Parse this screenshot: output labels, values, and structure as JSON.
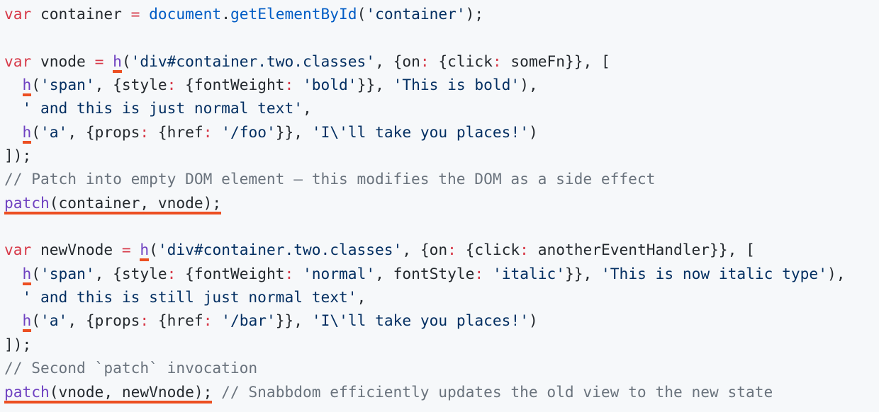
{
  "colors": {
    "keyword": "#d73a49",
    "function": "#6f42c1",
    "string": "#032f62",
    "comment": "#6a737d",
    "builtin": "#005cc5",
    "plain": "#24292e",
    "underline": "#ec4f22",
    "background": "#f6f8fa"
  },
  "code_lines": [
    [
      [
        "k",
        "var"
      ],
      [
        "p",
        " container "
      ],
      [
        "k",
        "="
      ],
      [
        "p",
        " "
      ],
      [
        "b",
        "document"
      ],
      [
        "p",
        "."
      ],
      [
        "b",
        "getElementById"
      ],
      [
        "p",
        "("
      ],
      [
        "s",
        "'container'"
      ],
      [
        "p",
        ");"
      ]
    ],
    [],
    [
      [
        "k",
        "var"
      ],
      [
        "p",
        " vnode "
      ],
      [
        "k",
        "="
      ],
      [
        "p",
        " "
      ],
      [
        "f",
        "h",
        1
      ],
      [
        "p",
        "("
      ],
      [
        "s",
        "'div#container.two.classes'"
      ],
      [
        "p",
        ", {on"
      ],
      [
        "k",
        ":"
      ],
      [
        "p",
        " {click"
      ],
      [
        "k",
        ":"
      ],
      [
        "p",
        " someFn}}, ["
      ]
    ],
    [
      [
        "p",
        "  "
      ],
      [
        "f",
        "h",
        1
      ],
      [
        "p",
        "("
      ],
      [
        "s",
        "'span'"
      ],
      [
        "p",
        ", {style"
      ],
      [
        "k",
        ":"
      ],
      [
        "p",
        " {fontWeight"
      ],
      [
        "k",
        ":"
      ],
      [
        "p",
        " "
      ],
      [
        "s",
        "'bold'"
      ],
      [
        "p",
        "}}, "
      ],
      [
        "s",
        "'This is bold'"
      ],
      [
        "p",
        "),"
      ]
    ],
    [
      [
        "p",
        "  "
      ],
      [
        "s",
        "' and this is just normal text'"
      ],
      [
        "p",
        ","
      ]
    ],
    [
      [
        "p",
        "  "
      ],
      [
        "f",
        "h",
        1
      ],
      [
        "p",
        "("
      ],
      [
        "s",
        "'a'"
      ],
      [
        "p",
        ", {props"
      ],
      [
        "k",
        ":"
      ],
      [
        "p",
        " {href"
      ],
      [
        "k",
        ":"
      ],
      [
        "p",
        " "
      ],
      [
        "s",
        "'/foo'"
      ],
      [
        "p",
        "}}, "
      ],
      [
        "s",
        "'I\\'ll take you places!'"
      ],
      [
        "p",
        ")"
      ]
    ],
    [
      [
        "p",
        "]);"
      ]
    ],
    [
      [
        "c",
        "// Patch into empty DOM element – this modifies the DOM as a side effect"
      ]
    ],
    [
      [
        "f",
        "patch",
        1
      ],
      [
        "p",
        "(container, vnode);",
        1
      ]
    ],
    [],
    [
      [
        "k",
        "var"
      ],
      [
        "p",
        " newVnode "
      ],
      [
        "k",
        "="
      ],
      [
        "p",
        " "
      ],
      [
        "f",
        "h",
        1
      ],
      [
        "p",
        "("
      ],
      [
        "s",
        "'div#container.two.classes'"
      ],
      [
        "p",
        ", {on"
      ],
      [
        "k",
        ":"
      ],
      [
        "p",
        " {click"
      ],
      [
        "k",
        ":"
      ],
      [
        "p",
        " anotherEventHandler}}, ["
      ]
    ],
    [
      [
        "p",
        "  "
      ],
      [
        "f",
        "h",
        1
      ],
      [
        "p",
        "("
      ],
      [
        "s",
        "'span'"
      ],
      [
        "p",
        ", {style"
      ],
      [
        "k",
        ":"
      ],
      [
        "p",
        " {fontWeight"
      ],
      [
        "k",
        ":"
      ],
      [
        "p",
        " "
      ],
      [
        "s",
        "'normal'"
      ],
      [
        "p",
        ", fontStyle"
      ],
      [
        "k",
        ":"
      ],
      [
        "p",
        " "
      ],
      [
        "s",
        "'italic'"
      ],
      [
        "p",
        "}}, "
      ],
      [
        "s",
        "'This is now italic type'"
      ],
      [
        "p",
        "),"
      ]
    ],
    [
      [
        "p",
        "  "
      ],
      [
        "s",
        "' and this is still just normal text'"
      ],
      [
        "p",
        ","
      ]
    ],
    [
      [
        "p",
        "  "
      ],
      [
        "f",
        "h",
        1
      ],
      [
        "p",
        "("
      ],
      [
        "s",
        "'a'"
      ],
      [
        "p",
        ", {props"
      ],
      [
        "k",
        ":"
      ],
      [
        "p",
        " {href"
      ],
      [
        "k",
        ":"
      ],
      [
        "p",
        " "
      ],
      [
        "s",
        "'/bar'"
      ],
      [
        "p",
        "}}, "
      ],
      [
        "s",
        "'I\\'ll take you places!'"
      ],
      [
        "p",
        ")"
      ]
    ],
    [
      [
        "p",
        "]);"
      ]
    ],
    [
      [
        "c",
        "// Second `patch` invocation"
      ]
    ],
    [
      [
        "f",
        "patch",
        1
      ],
      [
        "p",
        "(vnode, newVnode);",
        1
      ],
      [
        "p",
        " "
      ],
      [
        "c",
        "// Snabbdom efficiently updates the old view to the new state"
      ]
    ]
  ]
}
